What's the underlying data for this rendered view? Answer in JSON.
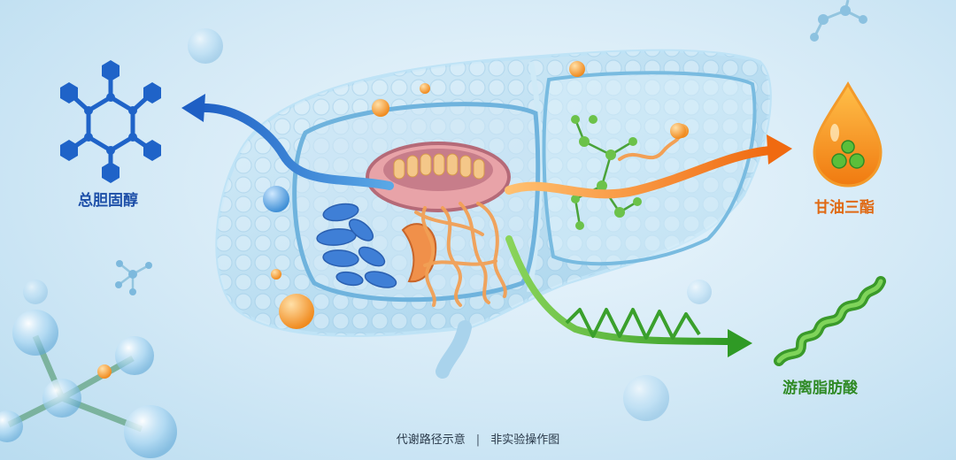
{
  "labels": {
    "cholesterol": "总胆固醇",
    "triglyceride": "甘油三酯",
    "free_fatty_acid": "游离脂肪酸"
  },
  "caption": {
    "left": "代谢路径示意",
    "separator": "|",
    "right": "非实验操作图"
  },
  "colors": {
    "cholesterol": "#1d4fa8",
    "triglyceride": "#e06a14",
    "free_fatty_acid": "#2f8a25"
  },
  "icons": [
    "hexagon-molecule-icon",
    "oil-drop-icon",
    "fatty-acid-chain-icon",
    "liver-cell-illustration"
  ]
}
